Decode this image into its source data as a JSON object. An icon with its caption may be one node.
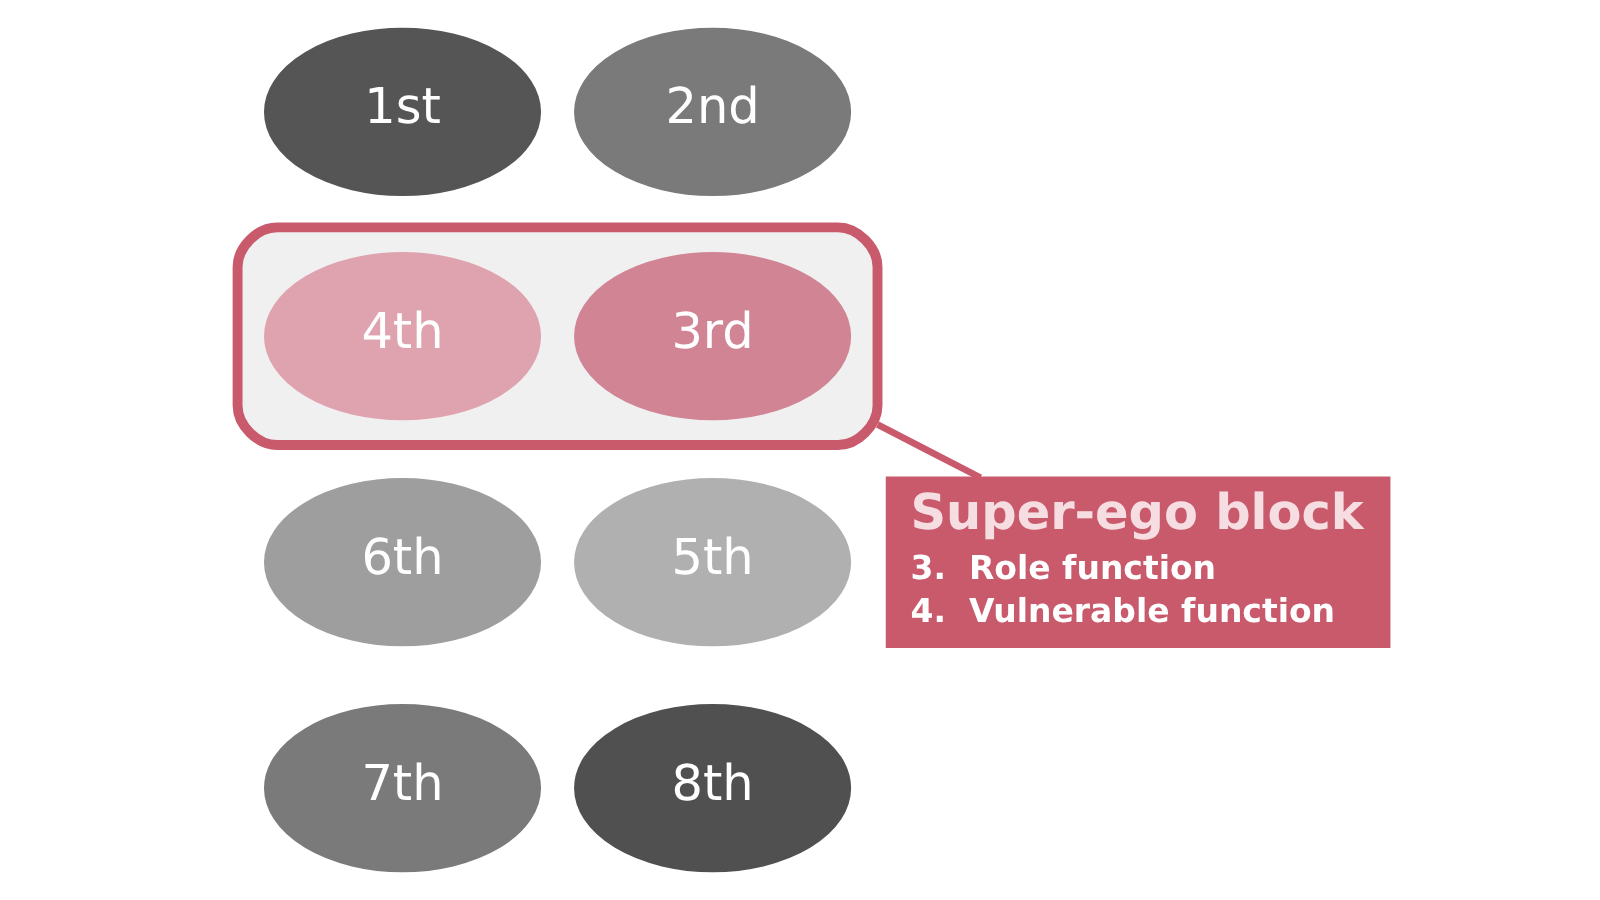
{
  "diagram": {
    "nodes": [
      {
        "text": [
          "1st"
        ]
      },
      {
        "text": [
          "2nd"
        ]
      },
      {
        "text": [],
        "shape": "box"
      },
      {
        "text": [
          "4th"
        ],
        "in": 2
      },
      {
        "text": [
          "3rd"
        ],
        "in": 2
      },
      {
        "text": [
          "6th"
        ]
      },
      {
        "text": [
          "5th"
        ]
      },
      {
        "text": [
          "7th"
        ]
      },
      {
        "text": [
          "8th"
        ]
      },
      {
        "text": [
          "Super-ego block",
          "3.  Role function",
          "4.  Vulnerable function"
        ]
      }
    ],
    "edges": [
      {
        "from": 2,
        "to": 9,
        "arrow": "none",
        "color": "#c95a6c"
      }
    ]
  }
}
